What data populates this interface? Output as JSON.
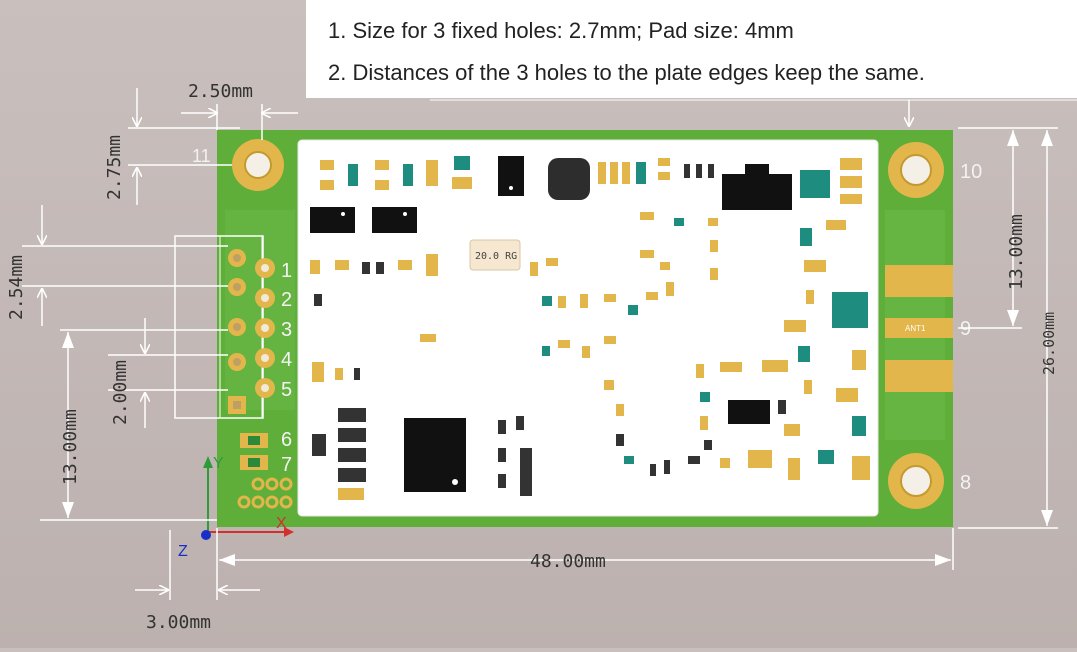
{
  "notes": [
    "1.  Size for 3 fixed holes: 2.7mm; Pad size: 4mm",
    "2.  Distances of the 3 holes to the plate edges keep the same."
  ],
  "dimensions": {
    "top_offset": "2.50mm",
    "left_hole_vertical": "2.75mm",
    "pin_pitch": "2.54mm",
    "lower_pin_span": "13.00mm",
    "pin_spacing": "2.00mm",
    "right_hole_vertical": "13.00mm",
    "board_height": "26.00mm",
    "board_width": "48.00mm",
    "left_offset": "3.00mm"
  },
  "pin_labels": [
    "1",
    "2",
    "3",
    "4",
    "5",
    "6",
    "7"
  ],
  "hole_labels": {
    "top_left": "11",
    "top_right": "10",
    "bottom_right": "8",
    "antenna": "9"
  },
  "silkscreen": {
    "crystal": "20.0 RG",
    "antenna": "ANT1"
  },
  "axes": {
    "x": "X",
    "y": "Y",
    "z": "Z"
  },
  "colors": {
    "pcb": "#5fae3a",
    "shield": "#ffffff",
    "gold": "#e2b64a",
    "chip": "#111111",
    "teal": "#1e8c7e"
  }
}
